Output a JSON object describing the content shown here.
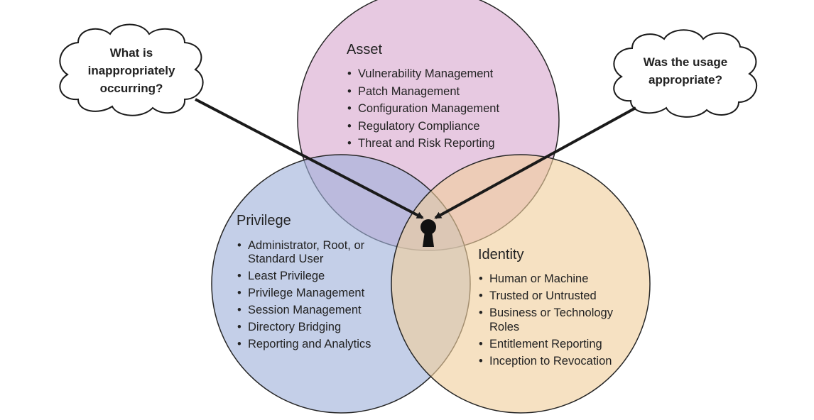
{
  "colors": {
    "asset_fill": "#e6c6e0",
    "privilege_fill": "#c2cde8",
    "identity_fill": "#f4dfbe",
    "outline": "#262626",
    "arrow": "#1a1a1a",
    "keyhole": "#111111"
  },
  "clouds": {
    "left": {
      "lines": [
        "What is",
        "inappropriately",
        "occurring?"
      ]
    },
    "right": {
      "lines": [
        "Was the usage",
        "appropriate?"
      ]
    }
  },
  "asset": {
    "title": "Asset",
    "items": [
      "Vulnerability  Management",
      "Patch Management",
      "Configuration Management",
      "Regulatory Compliance",
      "Threat and Risk Reporting"
    ]
  },
  "privilege": {
    "title": "Privilege",
    "items": [
      "Administrator, Root, or",
      "Standard User",
      "Least Privilege",
      "Privilege Management",
      "Session Management",
      "Directory Bridging",
      "Reporting and Analytics"
    ]
  },
  "identity": {
    "title": "Identity",
    "items": [
      "Human or Machine",
      "Trusted or Untrusted",
      "Business or Technology",
      "Roles",
      "Entitlement Reporting",
      "Inception to Revocation"
    ]
  },
  "center_icon": "keyhole-icon"
}
